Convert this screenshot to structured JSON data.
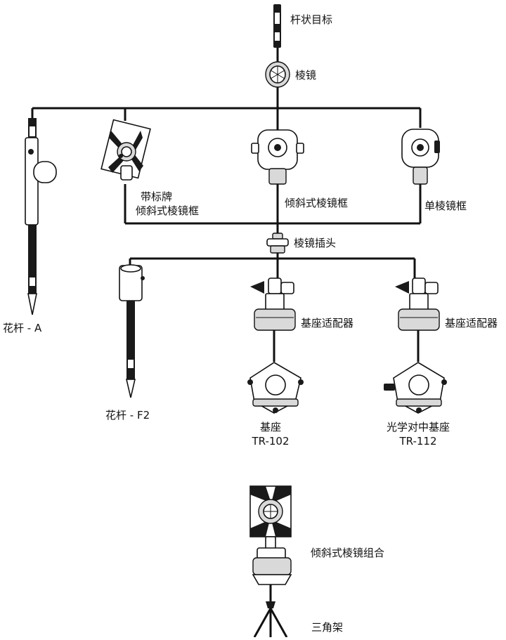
{
  "labels": {
    "pole_target": "杆状目标",
    "prism": "棱镜",
    "tilt_holder_with_plate_line1": "带标牌",
    "tilt_holder_with_plate_line2": "倾斜式棱镜框",
    "tilt_holder": "倾斜式棱镜框",
    "single_holder": "单棱镜框",
    "prism_adapter": "棱镜插头",
    "pole_a": "花杆 - A",
    "pole_f2": "花杆 - F2",
    "tribrach_adapter_1": "基座适配器",
    "tribrach_adapter_2": "基座适配器",
    "tribrach_line1": "基座",
    "tribrach_line2": "TR-102",
    "optical_tribrach_line1": "光学对中基座",
    "optical_tribrach_line2": "TR-112",
    "tilt_assembly": "倾斜式棱镜组合",
    "tripod": "三角架"
  },
  "icons": {
    "pole_target": "pole-target-icon",
    "prism": "prism-icon",
    "tilt_holder_with_plate": "tilt-prism-holder-with-target-plate-icon",
    "tilt_holder": "tilt-prism-holder-icon",
    "single_holder": "single-prism-holder-icon",
    "prism_adapter": "prism-adapter-icon",
    "pole_a": "range-pole-a-icon",
    "pole_f2": "range-pole-f2-icon",
    "tribrach_adapter": "tribrach-adapter-icon",
    "tribrach": "tribrach-icon",
    "optical_tribrach": "optical-tribrach-icon",
    "tilt_assembly": "tilt-prism-assembly-icon",
    "tripod": "tripod-icon"
  }
}
